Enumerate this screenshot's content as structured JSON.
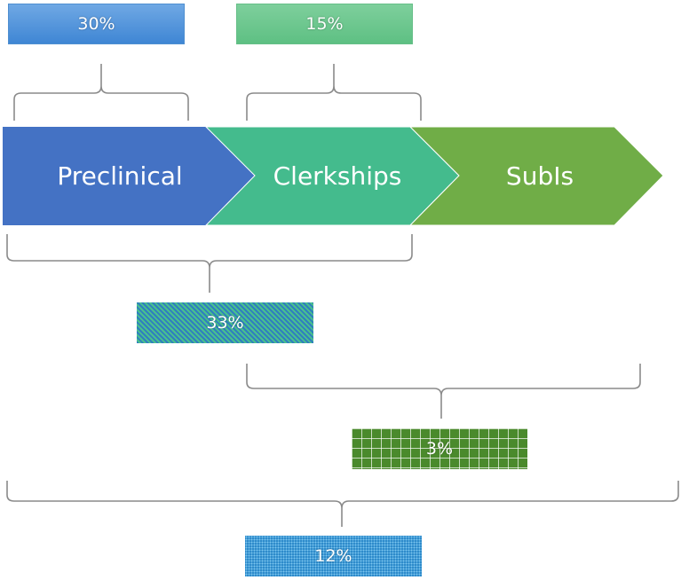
{
  "stages": [
    {
      "label": "Preclinical",
      "color": "#4472c4"
    },
    {
      "label": "Clerkships",
      "color": "#44bb8d"
    },
    {
      "label": "SubIs",
      "color": "#70ad47"
    }
  ],
  "percentages": {
    "preclinical": "30%",
    "clerkships": "15%",
    "preclinical_clerkships": "33%",
    "clerkships_subis": "3%",
    "all_stages": "12%"
  }
}
